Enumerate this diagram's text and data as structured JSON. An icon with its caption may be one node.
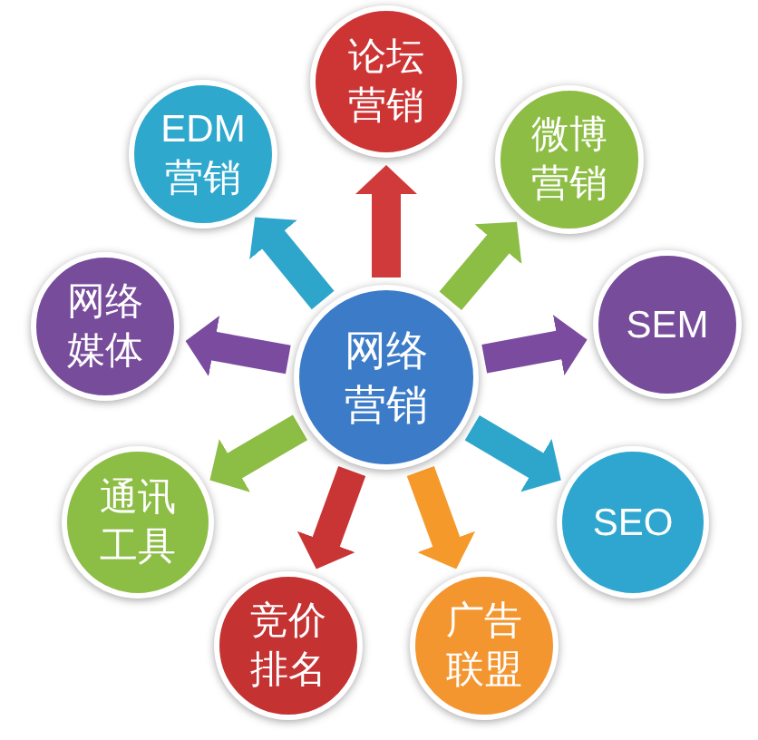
{
  "diagram": {
    "nodes": [
      {
        "text": [
          "论坛营销"
        ]
      },
      {
        "text": [
          "EDM营销"
        ]
      },
      {
        "text": [
          "微博营销"
        ]
      },
      {
        "text": [
          "网络媒体"
        ]
      },
      {
        "text": [
          "网络营销"
        ]
      },
      {
        "text": [
          "SEM"
        ]
      },
      {
        "text": [
          "通讯工具"
        ]
      },
      {
        "text": [
          "SEO"
        ]
      },
      {
        "text": [
          "竞价排名"
        ]
      },
      {
        "text": [
          "广告联盟"
        ]
      }
    ],
    "edges": [
      {
        "from": 4,
        "to": 0,
        "arrow": "to",
        "color": "#d03a3a"
      },
      {
        "from": 4,
        "to": 1,
        "arrow": "to",
        "color": "#2ea6cc"
      },
      {
        "from": 4,
        "to": 2,
        "arrow": "to",
        "color": "#8cbd44"
      },
      {
        "from": 4,
        "to": 3,
        "arrow": "to",
        "color": "#7a4b9e"
      },
      {
        "from": 4,
        "to": 5,
        "arrow": "to",
        "color": "#7a4b9e"
      },
      {
        "from": 4,
        "to": 6,
        "arrow": "to",
        "color": "#8cbd44"
      },
      {
        "from": 4,
        "to": 7,
        "arrow": "to",
        "color": "#2ea6cc"
      },
      {
        "from": 4,
        "to": 8,
        "arrow": "to",
        "color": "#c93535"
      },
      {
        "from": 4,
        "to": 9,
        "arrow": "to",
        "color": "#f59a2a"
      }
    ]
  }
}
